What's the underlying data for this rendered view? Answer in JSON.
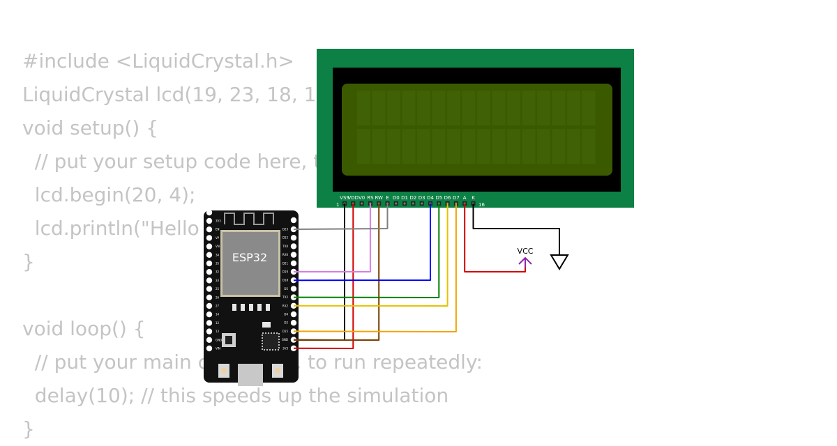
{
  "code_lines": [
    "#include <LiquidCrystal.h>",
    "LiquidCrystal lcd(19, 23, 18, 17, 16, 15);",
    "void setup() {",
    "  // put your setup code here, to run once:",
    "  lcd.begin(20, 4);",
    "  lcd.println(\"Hello World!\");",
    "}",
    "",
    "void loop() {",
    "  // put your main code here, to run repeatedly:",
    "  delay(10); // this speeds up the simulation",
    "}"
  ],
  "lcd": {
    "pin_labels": [
      "VSS",
      "VDD",
      "V0",
      "RS",
      "RW",
      "E",
      "D0",
      "D1",
      "D2",
      "D3",
      "D4",
      "D5",
      "D6",
      "D7",
      "A",
      "K"
    ],
    "first_pin_number": "1",
    "last_pin_number": "16",
    "colors": {
      "pcb": "#0d8045",
      "bezel": "#000000",
      "screen": "#3b5a00",
      "pin": "#222222"
    }
  },
  "esp32": {
    "chip_label": "ESP32",
    "left_pins": [
      "3V3",
      "EN",
      "VP",
      "VN",
      "34",
      "35",
      "32",
      "33",
      "25",
      "26",
      "27",
      "14",
      "12",
      "13",
      "GND",
      "VIN"
    ],
    "right_pins": [
      "D23",
      "D22",
      "TX0",
      "RX0",
      "D21",
      "D19",
      "D18",
      "D5",
      "TX2",
      "RX2",
      "D4",
      "D2",
      "D15",
      "GND",
      "3V3"
    ],
    "colors": {
      "board": "#111111",
      "module": "#8a8a8a"
    }
  },
  "power": {
    "vcc_label": "VCC"
  },
  "wires": [
    {
      "name": "wire-vss-gnd",
      "color": "#000000"
    },
    {
      "name": "wire-vdd-3v3",
      "color": "#d40000"
    },
    {
      "name": "wire-rs",
      "color": "#d67ee0"
    },
    {
      "name": "wire-rw",
      "color": "#7a3d00"
    },
    {
      "name": "wire-e",
      "color": "#7f7f7f"
    },
    {
      "name": "wire-d4",
      "color": "#0000ff"
    },
    {
      "name": "wire-d5",
      "color": "#008000"
    },
    {
      "name": "wire-d6",
      "color": "#e6c200"
    },
    {
      "name": "wire-d7",
      "color": "#f0a500"
    },
    {
      "name": "wire-a-vcc",
      "color": "#d40000"
    },
    {
      "name": "wire-k-gnd",
      "color": "#000000"
    }
  ]
}
